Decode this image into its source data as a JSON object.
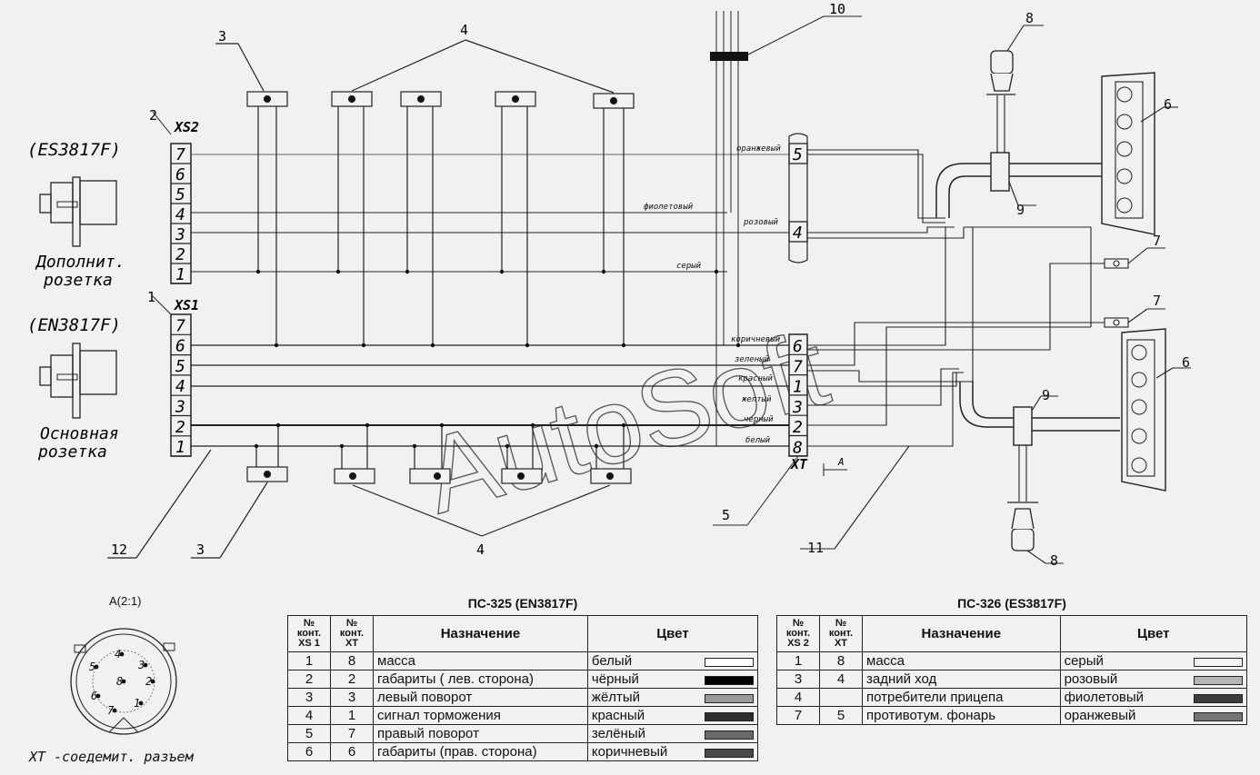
{
  "watermark": "AutoSoft",
  "left_sockets": {
    "xs2": {
      "label": "XS2",
      "model": "(ES3817F)",
      "caption_line1": "Дополнит.",
      "caption_line2": "розетка",
      "pins": [
        "7",
        "6",
        "5",
        "4",
        "3",
        "2",
        "1"
      ]
    },
    "xs1": {
      "label": "XS1",
      "model": "(EN3817F)",
      "caption_line1": "Основная",
      "caption_line2": "розетка",
      "pins": [
        "7",
        "6",
        "5",
        "4",
        "3",
        "2",
        "1"
      ]
    }
  },
  "callouts": [
    "1",
    "2",
    "3",
    "4",
    "5",
    "6",
    "7",
    "8",
    "9",
    "10",
    "11",
    "12"
  ],
  "connector_xt": {
    "label": "XT",
    "view_label": "A",
    "pins": [
      "6",
      "7",
      "1",
      "3",
      "2",
      "8"
    ]
  },
  "upper_block": {
    "pins": [
      "5",
      "4"
    ]
  },
  "wire_labels": {
    "orange": "оранжевый",
    "violet": "фиолетовый",
    "pink": "розовый",
    "grey": "серый",
    "brown": "коричневый",
    "green": "зеленый",
    "red": "красный",
    "yellow": "желтый",
    "black": "черный",
    "white": "белый"
  },
  "detail": {
    "title": "A(2:1)",
    "caption": "XT -соедемит. разъем",
    "pins": [
      "4",
      "5",
      "3",
      "8",
      "2",
      "6",
      "1",
      "7"
    ]
  },
  "table_ps325": {
    "title": "ПС-325 (EN3817F)",
    "headers": {
      "c1": "№ конт. XS 1",
      "c2": "№ конт. XT",
      "c3": "Назначение",
      "c4": "Цвет"
    },
    "rows": [
      {
        "xs": "1",
        "xt": "8",
        "purpose": "масса",
        "color": "белый",
        "swatch": "#ffffff"
      },
      {
        "xs": "2",
        "xt": "2",
        "purpose": "габариты ( лев. сторона)",
        "color": "чёрный",
        "swatch": "#000000"
      },
      {
        "xs": "3",
        "xt": "3",
        "purpose": "левый поворот",
        "color": "жёлтый",
        "swatch": "#9a9a9a"
      },
      {
        "xs": "4",
        "xt": "1",
        "purpose": "сигнал торможения",
        "color": "красный",
        "swatch": "#2e2e2e"
      },
      {
        "xs": "5",
        "xt": "7",
        "purpose": "правый поворот",
        "color": "зелёный",
        "swatch": "#6a6a6a"
      },
      {
        "xs": "6",
        "xt": "6",
        "purpose": "габариты (прав. сторона)",
        "color": "коричневый",
        "swatch": "#4a4a4a"
      }
    ]
  },
  "table_ps326": {
    "title": "ПС-326 (ES3817F)",
    "headers": {
      "c1": "№ конт. XS 2",
      "c2": "№ конт. XT",
      "c3": "Назначение",
      "c4": "Цвет"
    },
    "rows": [
      {
        "xs": "1",
        "xt": "8",
        "purpose": "масса",
        "color": "серый",
        "swatch": "#f4f4f4"
      },
      {
        "xs": "3",
        "xt": "4",
        "purpose": "задний ход",
        "color": "розовый",
        "swatch": "#b5b5b5"
      },
      {
        "xs": "4",
        "xt": "",
        "purpose": "потребители прицепа",
        "color": "фиолетовый",
        "swatch": "#3c3c3c"
      },
      {
        "xs": "7",
        "xt": "5",
        "purpose": "противотум. фонарь",
        "color": "оранжевый",
        "swatch": "#757575"
      }
    ]
  }
}
